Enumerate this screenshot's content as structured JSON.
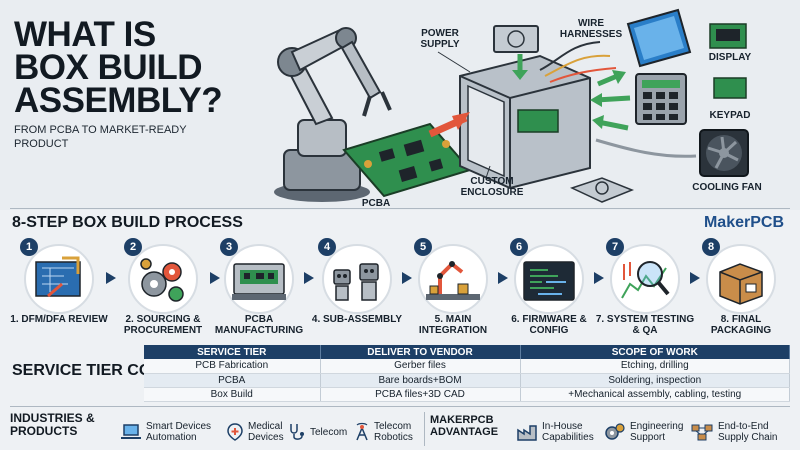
{
  "hero": {
    "title_lines": [
      "WHAT IS",
      "BOX BUILD",
      "ASSEMBLY?"
    ],
    "subtitle": "FROM PCBA TO MARKET-READY PRODUCT",
    "labels": {
      "power_supply": "POWER SUPPLY",
      "wire_harnesses": "WIRE HARNESSES",
      "display": "DISPLAY",
      "keypad": "KEYPAD",
      "cooling_fan": "COOLING FAN",
      "pcba": "PCBA",
      "custom_enclosure": "CUSTOM ENCLOSURE"
    }
  },
  "process": {
    "title": "8-STEP BOX BUILD PROCESS",
    "brand": "MakerPCB",
    "steps": [
      {
        "num": "1",
        "label": "1. DFM/DFA REVIEW"
      },
      {
        "num": "2",
        "label": "2. SOURCING & PROCUREMENT"
      },
      {
        "num": "3",
        "label": "PCBA MANUFACTURING"
      },
      {
        "num": "4",
        "label": "4. SUB-ASSEMBLY"
      },
      {
        "num": "5",
        "label": "5. MAIN INTEGRATION"
      },
      {
        "num": "6",
        "label": "6. FIRMWARE & CONFIG"
      },
      {
        "num": "7",
        "label": "7. SYSTEM TESTING & QA"
      },
      {
        "num": "8",
        "label": "8. FINAL PACKAGING"
      }
    ]
  },
  "comparison": {
    "title": "SERVICE TIER COMPARISON",
    "headers": [
      "SERVICE TIER",
      "DELIVER TO VENDOR",
      "SCOPE OF WORK"
    ],
    "rows": [
      [
        "PCB Fabrication",
        "Gerber files",
        "Etching, drilling"
      ],
      [
        "PCBA",
        "Bare boards+BOM",
        "Soldering, inspection"
      ],
      [
        "Box Build",
        "PCBA files+3D CAD",
        "+Mechanical assembly, cabling, testing"
      ]
    ]
  },
  "footer": {
    "industries_title": "INDUSTRIES & PRODUCTS",
    "industries": [
      {
        "label": "Smart Devices Automation",
        "icon": "laptop-icon"
      },
      {
        "label": "Medical Devices",
        "icon": "medical-icon"
      },
      {
        "label": "Telecom",
        "icon": "stethoscope-icon"
      },
      {
        "label": "Telecom Robotics",
        "icon": "antenna-icon"
      }
    ],
    "advantage_title": "MakerPCB ADVANTAGE",
    "advantages": [
      {
        "label": "In-House Capabilities",
        "icon": "factory-icon"
      },
      {
        "label": "Engineering Support",
        "icon": "gears-icon"
      },
      {
        "label": "End-to-End Supply Chain",
        "icon": "supply-chain-icon"
      }
    ]
  },
  "colors": {
    "accent_navy": "#1d3f66",
    "arrow_red": "#e2563b",
    "arrow_green": "#3fa35a",
    "pcb_green": "#2f8f4e",
    "brand_blue": "#1f4f8a"
  }
}
